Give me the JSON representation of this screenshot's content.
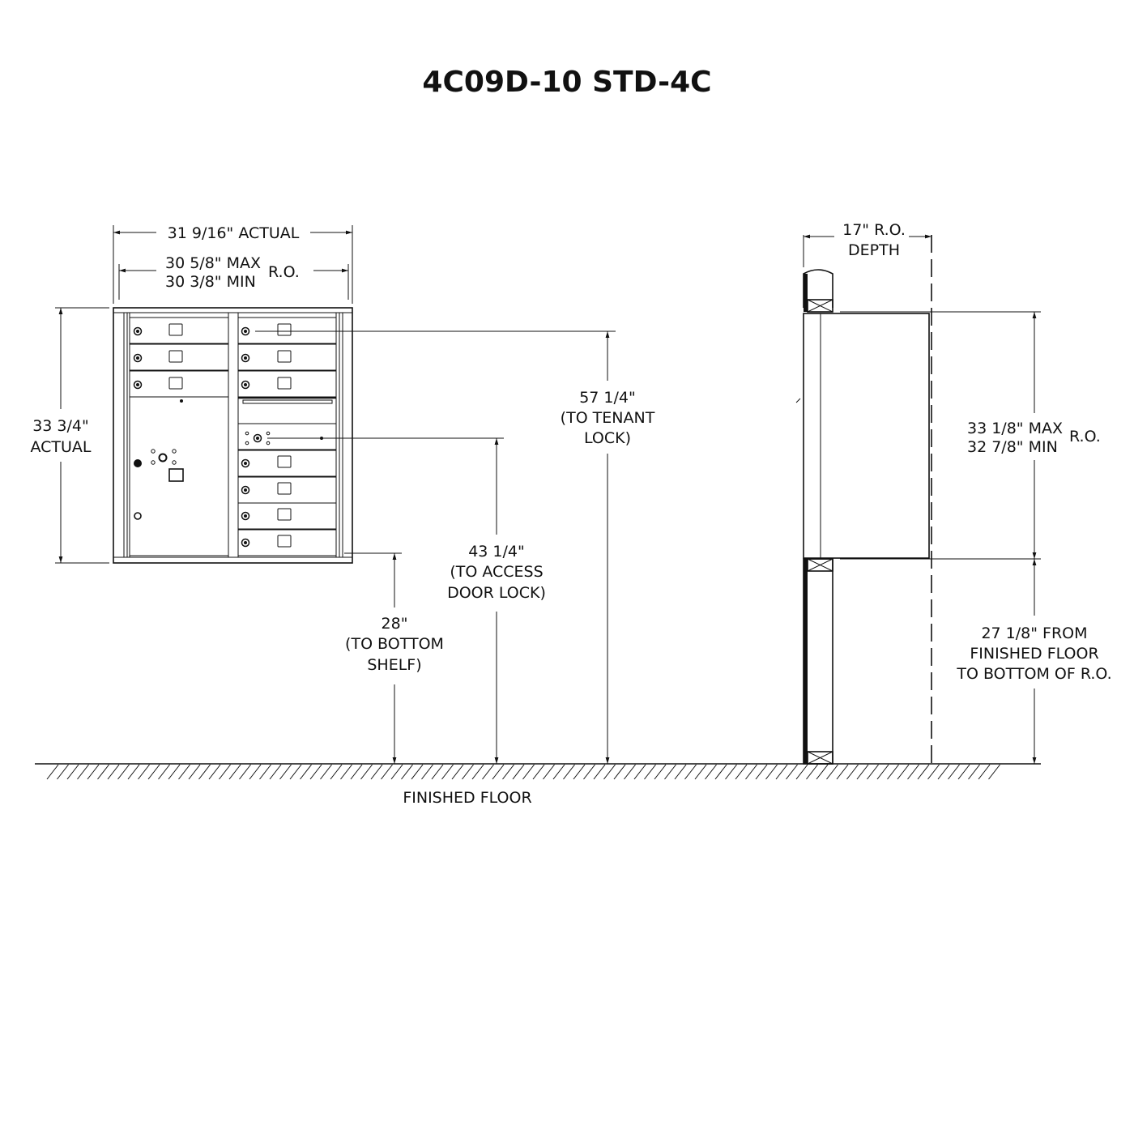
{
  "title": "4C09D-10 STD-4C",
  "front_view": {
    "width_actual": "31 9/16\" ACTUAL",
    "ro_max": "30 5/8\" MAX",
    "ro_min": "30 3/8\" MIN",
    "ro_label": "R.O.",
    "height_actual_value": "33 3/4\"",
    "height_actual_label": "ACTUAL",
    "tenant_lock": [
      "57 1/4\"",
      "(TO TENANT",
      "LOCK)"
    ],
    "access_lock": [
      "43 1/4\"",
      "(TO ACCESS",
      "DOOR LOCK)"
    ],
    "bottom_shelf": [
      "28\"",
      "(TO BOTTOM",
      "SHELF)"
    ]
  },
  "side_view": {
    "depth": [
      "17\"  R.O.",
      "DEPTH"
    ],
    "ro_height_max": "33 1/8\" MAX",
    "ro_height_min": "32 7/8\" MIN",
    "ro_label": "R.O.",
    "floor_to_ro": [
      "27 1/8\"  FROM",
      "FINISHED FLOOR",
      "TO BOTTOM OF R.O."
    ]
  },
  "floor_label": "FINISHED FLOOR"
}
